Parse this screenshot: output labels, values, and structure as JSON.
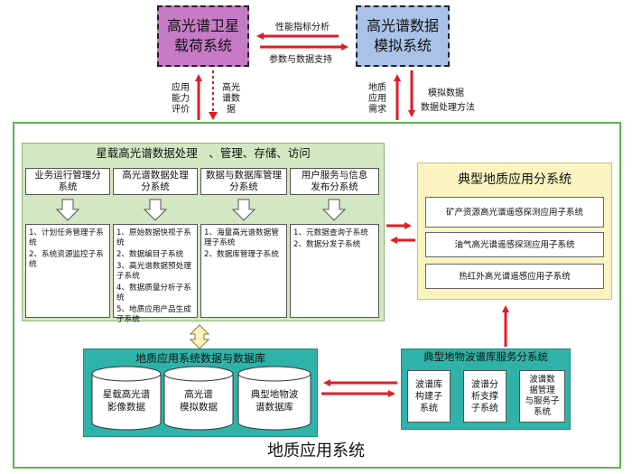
{
  "top": {
    "payload_system": "高光谱卫星\n载荷系统",
    "simulation_system": "高光谱数据\n模拟系统",
    "h_label_top": "性能指标分析",
    "h_label_bottom": "参数与数据支持",
    "left_up_label": "应用\n能力\n评价",
    "left_down_label": "高光\n谱数\n据",
    "right_up_label": "地质\n应用\n需求",
    "right_down_label_1": "模拟数据",
    "right_down_label_2": "数据处理方法"
  },
  "processing": {
    "title": "星载高光谱数据处理　、管理、存储、访问",
    "columns": [
      {
        "head": "业务运行管理分\n系统",
        "items": [
          "1、计划任务管理子系统",
          "2、系统资源监控子系统"
        ]
      },
      {
        "head": "高光谱数据处理\n分系统",
        "items": [
          "1、原始数据快视子系统",
          "2、数据编目子系统",
          "3、高光谱数据预处理子系统",
          "4、数据质量分析子系统",
          "5、地质应用产品生成子系统"
        ]
      },
      {
        "head": "数据与数据库管理\n分系统",
        "items": [
          "1、海量高光谱数据管理子系统",
          "2、数据库管理子系统"
        ]
      },
      {
        "head": "用户服务与信息\n发布分系统",
        "items": [
          "1、元数据查询子系统",
          "2、数据分发子系统"
        ]
      }
    ]
  },
  "application": {
    "title": "典型地质应用分系统",
    "items": [
      "矿产资源高光谱遥感探测应用子系统",
      "油气高光谱遥感探测应用子系统",
      "热红外高光谱遥感应用子系统"
    ]
  },
  "database": {
    "title": "地质应用系统数据与数据库",
    "cylinders": [
      "星载高光谱\n影像数据",
      "高光谱\n模拟数据",
      "典型地物波\n谱数据库"
    ]
  },
  "spectral_service": {
    "title": "典型地物波谱库服务分系统",
    "items": [
      "波谱库\n构建子\n系统",
      "波谱分\n析支撑\n子系统",
      "波谱数\n据管理\n与服务子\n系统"
    ]
  },
  "system_label": "地质应用系统",
  "colors": {
    "payload_bg": "#c77bc7",
    "simulation_bg": "#a9c3e8",
    "outer_border": "#58b84d",
    "processing_bg": "#d3e7c2",
    "application_bg": "#fbf4c1",
    "teal_bg": "#2fb3a9",
    "cylinder_fill": "#ffffff",
    "arrow_red": "#e01c24",
    "double_arrow_fill": "#fbf4c1"
  }
}
